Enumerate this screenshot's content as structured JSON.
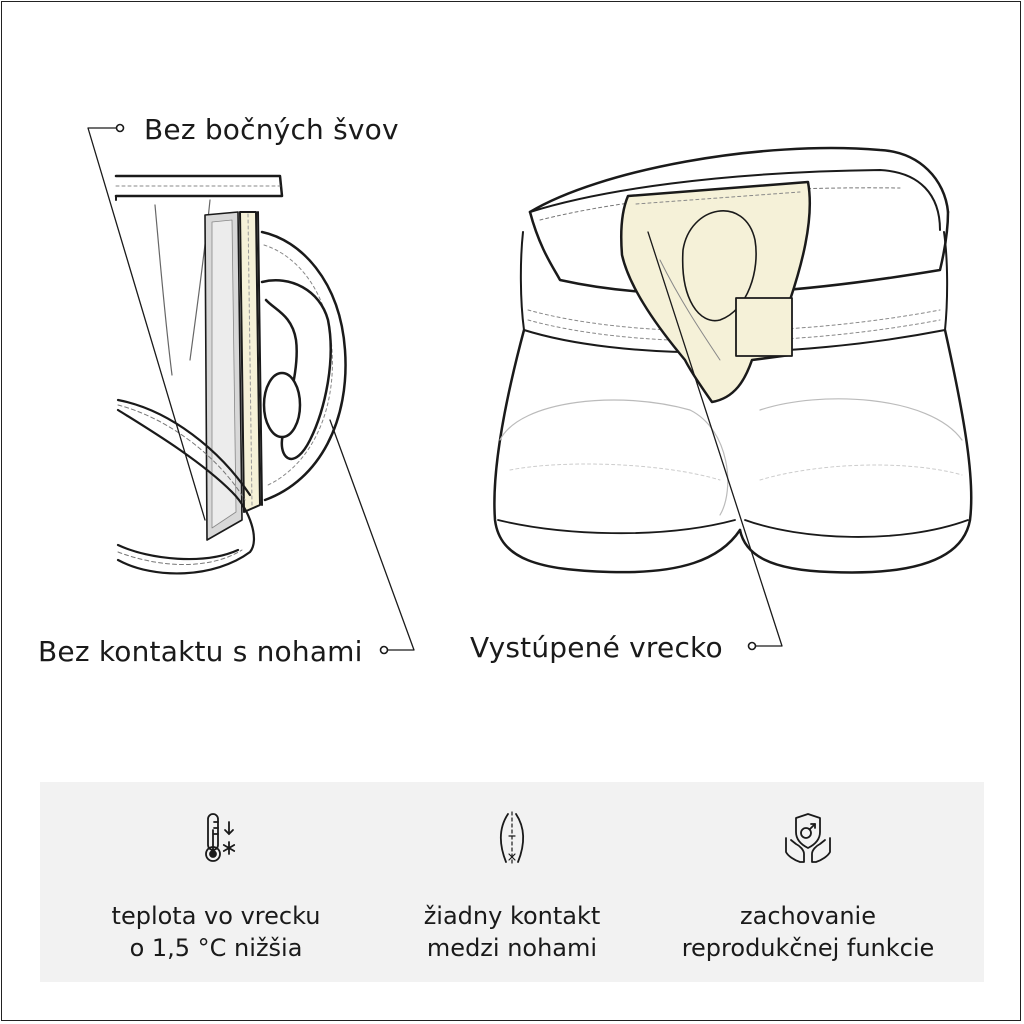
{
  "callouts": {
    "no_side_seams": "Bez bočných švov",
    "no_leg_contact": "Bez kontaktu s nohami",
    "raised_pouch": "Vystúpené vrecko"
  },
  "features": [
    {
      "icon": "thermometer-cooling-icon",
      "line1": "teplota vo vrecku",
      "line2": "o 1,5 °C nižšia"
    },
    {
      "icon": "legs-no-contact-icon",
      "line1": "žiadny kontakt",
      "line2": "medzi nohami"
    },
    {
      "icon": "hands-shield-icon",
      "line1": "zachovanie",
      "line2": "reprodukčnej funkcie"
    }
  ],
  "colors": {
    "pouch_fill": "#f5f1d8",
    "stroke": "#1a1a1a",
    "panel_bg": "#f2f2f2"
  }
}
